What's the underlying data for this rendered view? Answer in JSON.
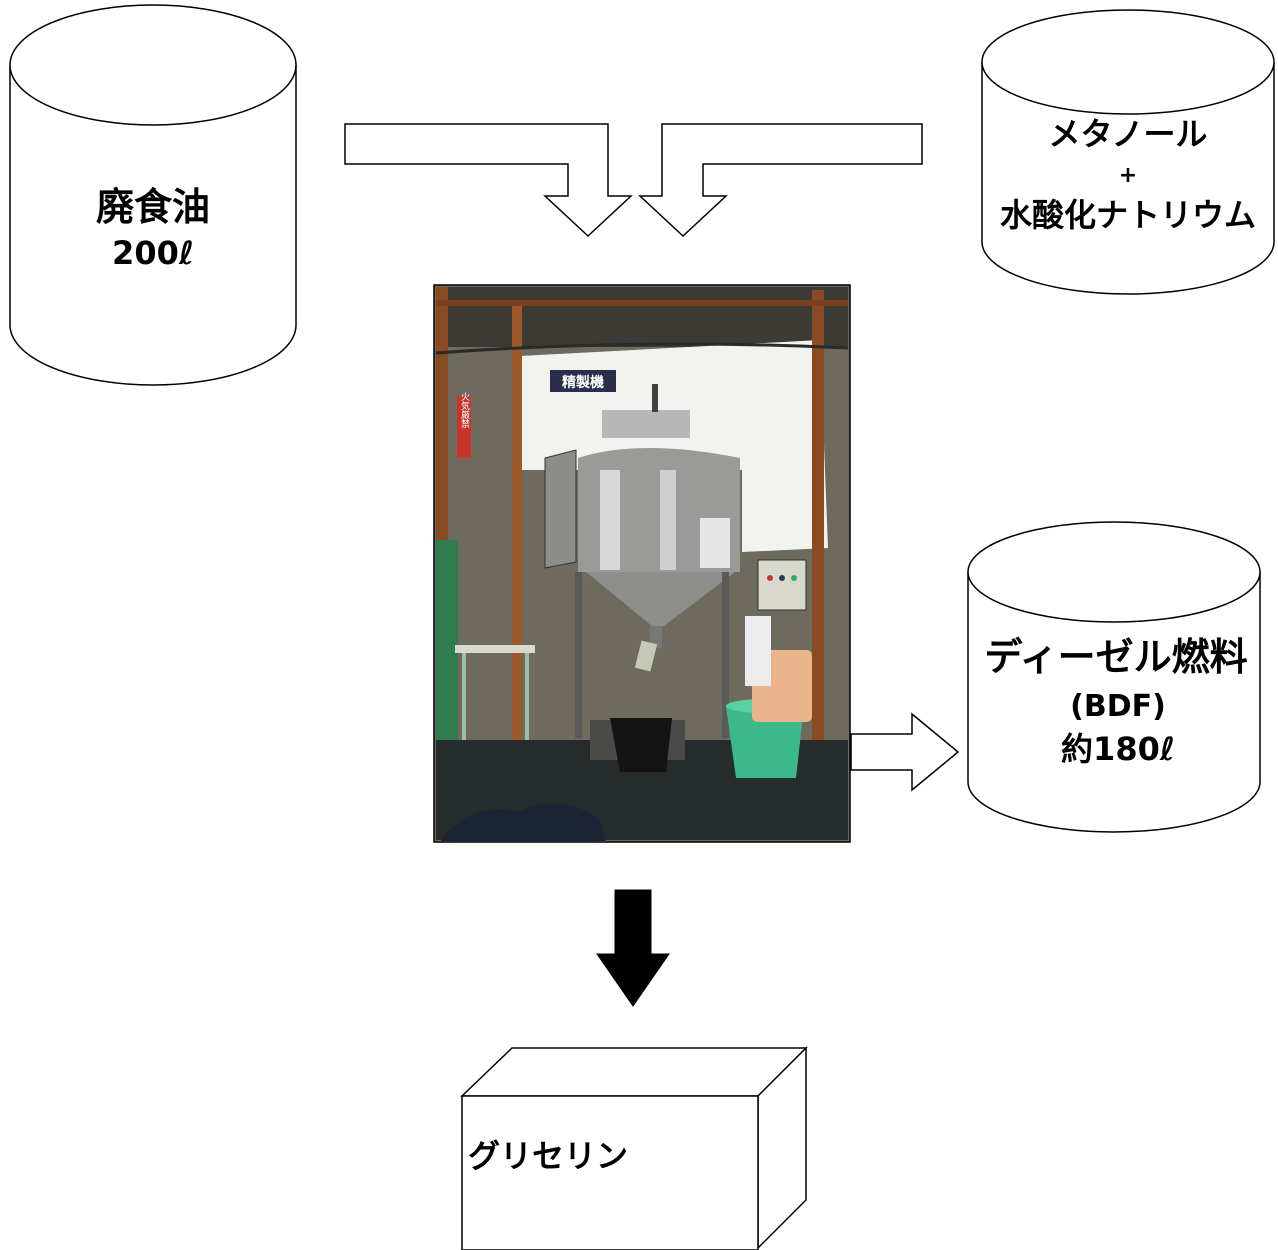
{
  "waste_oil": {
    "name": "廃食油",
    "amount": "200ℓ"
  },
  "reagents": {
    "line1": "メタノール",
    "plus": "+",
    "line2": "水酸化ナトリウム"
  },
  "machine_photo": {
    "sign_label": "精製機",
    "side_sign_label": "火気厳禁"
  },
  "diesel_fuel": {
    "name": "ディーゼル燃料",
    "abbrev": "(BDF)",
    "amount": "約180ℓ"
  },
  "byproduct": {
    "name": "グリセリン"
  },
  "colors": {
    "stroke": "#000000",
    "fill": "#ffffff",
    "bucket": "#3cb98a",
    "tank_green": "#2f7d4f"
  }
}
